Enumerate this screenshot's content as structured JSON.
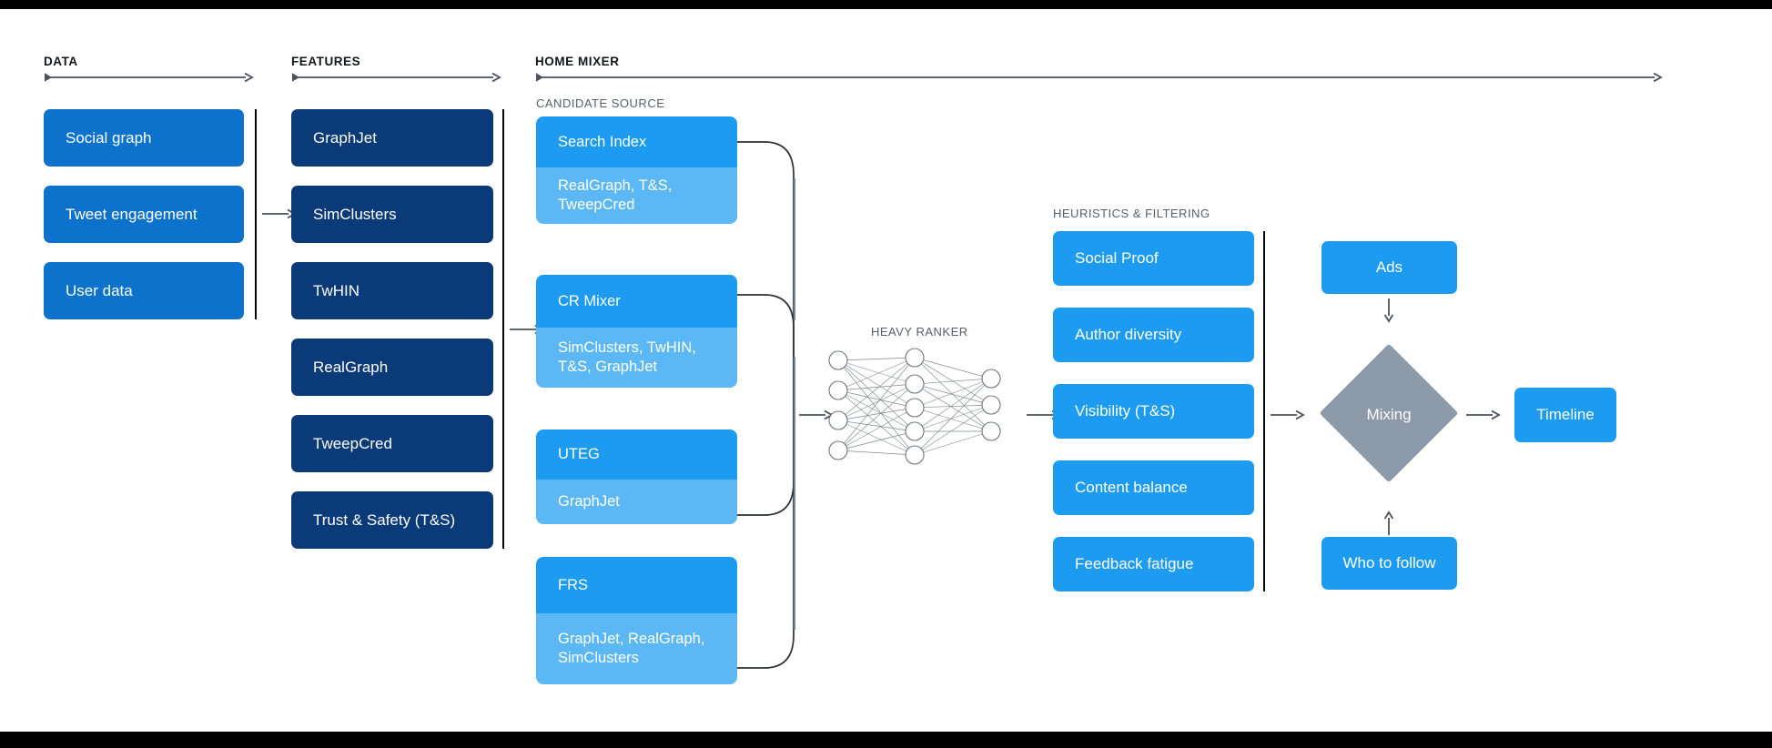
{
  "sections": {
    "data": {
      "label": "DATA"
    },
    "features": {
      "label": "FEATURES"
    },
    "home_mixer": {
      "label": "HOME MIXER"
    },
    "candidate_source": {
      "label": "CANDIDATE SOURCE"
    },
    "heavy_ranker": {
      "label": "HEAVY RANKER"
    },
    "heuristics": {
      "label": "HEURISTICS & FILTERING"
    }
  },
  "data_cards": [
    {
      "label": "Social graph"
    },
    {
      "label": "Tweet engagement"
    },
    {
      "label": "User data"
    }
  ],
  "feature_cards": [
    {
      "label": "GraphJet"
    },
    {
      "label": "SimClusters"
    },
    {
      "label": "TwHIN"
    },
    {
      "label": "RealGraph"
    },
    {
      "label": "TweepCred"
    },
    {
      "label": "Trust & Safety (T&S)"
    }
  ],
  "candidate_sources": [
    {
      "title": "Search Index",
      "features": "RealGraph, T&S,\nTweepCred"
    },
    {
      "title": "CR Mixer",
      "features": "SimClusters, TwHIN,\nT&S, GraphJet"
    },
    {
      "title": "UTEG",
      "features": "GraphJet"
    },
    {
      "title": "FRS",
      "features": "GraphJet, RealGraph,\nSimClusters"
    }
  ],
  "heuristic_cards": [
    {
      "label": "Social Proof"
    },
    {
      "label": "Author diversity"
    },
    {
      "label": "Visibility (T&S)"
    },
    {
      "label": "Content balance"
    },
    {
      "label": "Feedback fatigue"
    }
  ],
  "mixing": {
    "ads_label": "Ads",
    "node_label": "Mixing",
    "who_to_follow_label": "Who to follow",
    "timeline_label": "Timeline"
  },
  "neural_net": {
    "input_nodes": 4,
    "hidden_nodes": 5,
    "output_nodes": 3
  },
  "colors": {
    "dark_blue": "#0b3a78",
    "mid_blue": "#0d72cc",
    "sky_blue": "#1d9bf0",
    "light_blue": "#5cb8f5",
    "slate": "#8d9aa9",
    "line": "#4a525c"
  }
}
